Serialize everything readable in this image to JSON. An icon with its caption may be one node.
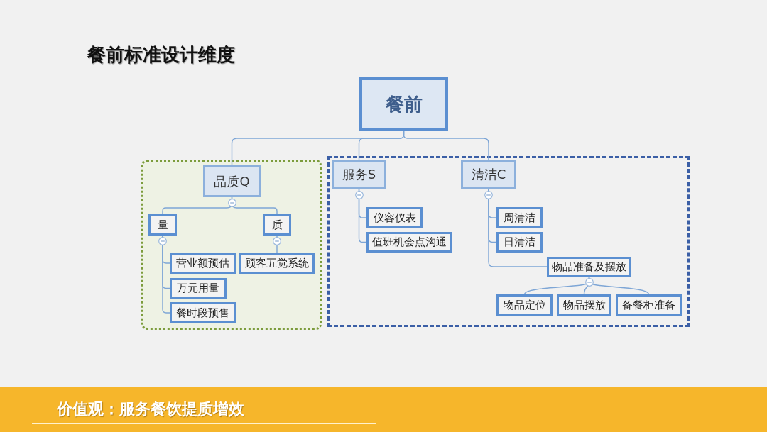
{
  "diagram": {
    "title": "餐前标准设计维度",
    "nodes": [
      {
        "text": [
          "餐前"
        ]
      },
      {
        "text": [],
        "shape": "box"
      },
      {
        "text": [
          "品质Q"
        ],
        "in": 1
      },
      {
        "text": [
          "量"
        ],
        "in": 1
      },
      {
        "text": [
          "质"
        ],
        "in": 1
      },
      {
        "text": [
          "营业额预估"
        ],
        "in": 1
      },
      {
        "text": [
          "万元用量"
        ],
        "in": 1
      },
      {
        "text": [
          "餐时段预售"
        ],
        "in": 1
      },
      {
        "text": [
          "顾客五觉系统"
        ],
        "in": 1
      },
      {
        "text": [],
        "shape": "box"
      },
      {
        "text": [
          "服务S"
        ],
        "in": 9
      },
      {
        "text": [
          "清洁C"
        ],
        "in": 9
      },
      {
        "text": [
          "仪容仪表"
        ],
        "in": 9
      },
      {
        "text": [
          "值班机会点沟通"
        ],
        "in": 9
      },
      {
        "text": [
          "周清洁"
        ],
        "in": 9
      },
      {
        "text": [
          "日清洁"
        ],
        "in": 9
      },
      {
        "text": [
          "物品准备及摆放"
        ],
        "in": 9
      },
      {
        "text": [
          "物品定位"
        ],
        "in": 9
      },
      {
        "text": [
          "物品摆放"
        ],
        "in": 9
      },
      {
        "text": [
          "备餐柜准备"
        ],
        "in": 9
      }
    ],
    "edges": [
      {
        "from": 0,
        "to": 2,
        "arrow": "none"
      },
      {
        "from": 0,
        "to": 10,
        "arrow": "none"
      },
      {
        "from": 0,
        "to": 11,
        "arrow": "none"
      },
      {
        "from": 2,
        "to": 3,
        "arrow": "none"
      },
      {
        "from": 2,
        "to": 4,
        "arrow": "none"
      },
      {
        "from": 3,
        "to": 5,
        "arrow": "none"
      },
      {
        "from": 3,
        "to": 6,
        "arrow": "none"
      },
      {
        "from": 3,
        "to": 7,
        "arrow": "none"
      },
      {
        "from": 4,
        "to": 8,
        "arrow": "none"
      },
      {
        "from": 10,
        "to": 12,
        "arrow": "none"
      },
      {
        "from": 10,
        "to": 13,
        "arrow": "none"
      },
      {
        "from": 11,
        "to": 14,
        "arrow": "none"
      },
      {
        "from": 11,
        "to": 15,
        "arrow": "none"
      },
      {
        "from": 11,
        "to": 16,
        "arrow": "none"
      },
      {
        "from": 16,
        "to": 17,
        "arrow": "none"
      },
      {
        "from": 16,
        "to": 18,
        "arrow": "none"
      },
      {
        "from": 16,
        "to": 19,
        "arrow": "none"
      }
    ],
    "labels": [
      "价值观：服务餐饮提质增效"
    ]
  }
}
